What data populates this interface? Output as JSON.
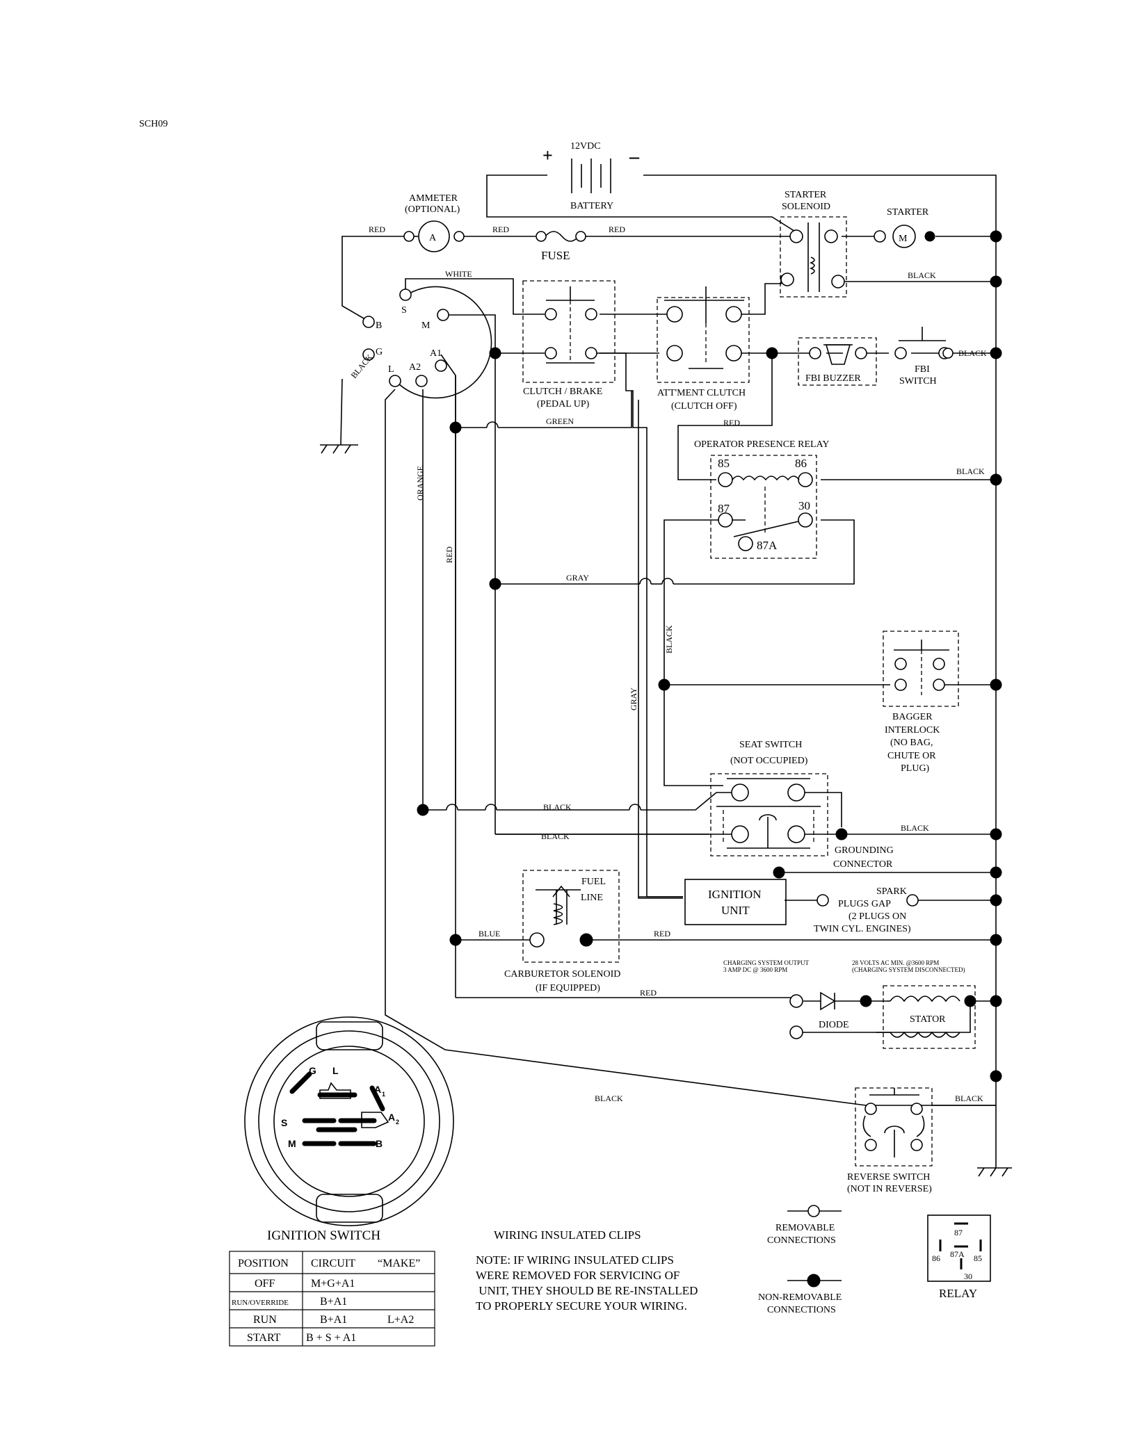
{
  "doc_id": "SCH09",
  "battery": {
    "voltage": "12VDC",
    "label": "BATTERY",
    "plus": "+",
    "minus": "–"
  },
  "ammeter": {
    "label": "AMMETER",
    "sub": "(OPTIONAL)",
    "symbol": "A"
  },
  "fuse": "FUSE",
  "starter_solenoid": {
    "line1": "STARTER",
    "line2": "SOLENOID"
  },
  "starter": {
    "label": "STARTER",
    "symbol": "M"
  },
  "ignition_terminals": {
    "s": "S",
    "m": "M",
    "b": "B",
    "g": "G",
    "l": "L",
    "a2": "A2",
    "a1": "A1"
  },
  "clutch_brake": {
    "line1": "CLUTCH / BRAKE",
    "line2": "(PEDAL UP)"
  },
  "attment_clutch": {
    "line1": "ATT'MENT CLUTCH",
    "line2": "(CLUTCH OFF)"
  },
  "fbi_buzzer": "FBI BUZZER",
  "fbi_switch": {
    "line1": "FBI",
    "line2": "SWITCH"
  },
  "relay_box": {
    "title": "OPERATOR PRESENCE RELAY",
    "t85": "85",
    "t86": "86",
    "t87": "87",
    "t30": "30",
    "t87a": "87A"
  },
  "bagger": {
    "l1": "BAGGER",
    "l2": "INTERLOCK",
    "l3": "(NO BAG,",
    "l4": "CHUTE OR",
    "l5": "PLUG)"
  },
  "seat_switch": {
    "line1": "SEAT SWITCH",
    "line2": "(NOT OCCUPIED)"
  },
  "grounding": {
    "line1": "GROUNDING",
    "line2": "CONNECTOR"
  },
  "ignition_unit": {
    "line1": "IGNITION",
    "line2": "UNIT"
  },
  "spark": {
    "l1": "SPARK",
    "l2": "PLUGS GAP",
    "l3": "(2 PLUGS ON",
    "l4": "TWIN CYL. ENGINES)"
  },
  "fuel_line": {
    "line1": "FUEL",
    "line2": "LINE"
  },
  "carb": {
    "line1": "CARBURETOR SOLENOID",
    "line2": "(IF EQUIPPED)"
  },
  "charging": {
    "l1": "CHARGING SYSTEM OUTPUT",
    "l2": "3 AMP DC @ 3600 RPM"
  },
  "volts": {
    "l1": "28 VOLTS AC MIN. @3600 RPM",
    "l2": "(CHARGING SYSTEM DISCONNECTED)"
  },
  "diode": "DIODE",
  "stator": "STATOR",
  "reverse": {
    "line1": "REVERSE SWITCH",
    "line2": "(NOT IN REVERSE)"
  },
  "wires": {
    "red": "RED",
    "white": "WHITE",
    "black": "BLACK",
    "green": "GREEN",
    "gray": "GRAY",
    "orange": "ORANGE",
    "blue": "BLUE"
  },
  "switch_face": {
    "g": "G",
    "l": "L",
    "a1": "A",
    "a1_sub": "1",
    "s": "S",
    "a2": "A",
    "a2_sub": "2",
    "m": "M",
    "b": "B"
  },
  "ignition_switch_title": "IGNITION SWITCH",
  "table": {
    "headers": [
      "POSITION",
      "CIRCUIT",
      "“MAKE”"
    ],
    "rows": [
      {
        "position": "OFF",
        "circuit": "M+G+A1",
        "extra": ""
      },
      {
        "position": "RUN/OVERRIDE",
        "circuit": "B+A1",
        "extra": ""
      },
      {
        "position": "RUN",
        "circuit": "B+A1",
        "extra": "L+A2"
      },
      {
        "position": "START",
        "circuit": "B + S + A1",
        "extra": ""
      }
    ]
  },
  "clips": {
    "title": "WIRING INSULATED CLIPS",
    "note": [
      "NOTE:  IF WIRING INSULATED CLIPS",
      "WERE REMOVED FOR SERVICING OF",
      " UNIT, THEY SHOULD BE RE-INSTALLED",
      "TO PROPERLY SECURE YOUR WIRING."
    ]
  },
  "legend": {
    "removable": [
      "REMOVABLE",
      "CONNECTIONS"
    ],
    "non_removable": [
      "NON-REMOVABLE",
      "CONNECTIONS"
    ],
    "relay": "RELAY",
    "relay_pins": {
      "p87": "87",
      "p87a": "87A",
      "p86": "86",
      "p85": "85",
      "p30": "30"
    }
  }
}
